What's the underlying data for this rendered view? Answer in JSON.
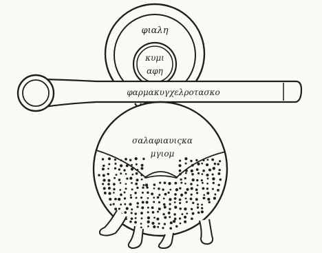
{
  "labels": {
    "top_dish": "φιαλη",
    "lid_upper": "κυμι",
    "lid_lower": "αφη",
    "tube": "φαρμακυγχελροτασκο",
    "bowl_line1": "σαλαφιαυιςκα",
    "bowl_line2": "μγιομ"
  },
  "colors": {
    "ink": "#1e1e1e",
    "paper": "#fbfaf7"
  }
}
